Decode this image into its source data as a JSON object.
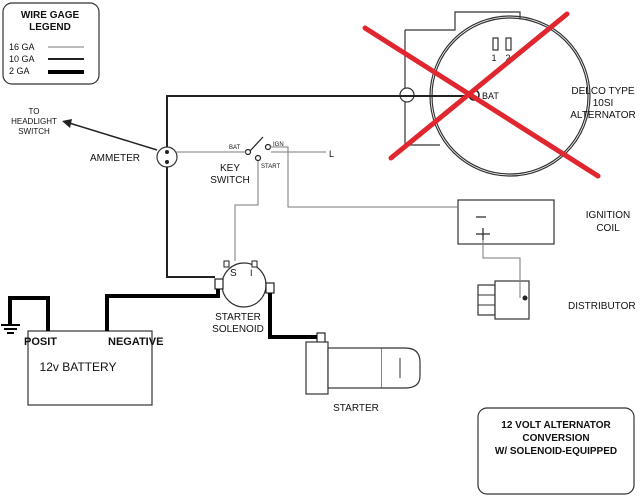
{
  "legend": {
    "title_line1": "WIRE GAGE",
    "title_line2": "LEGEND",
    "items": [
      {
        "label": "16 GA"
      },
      {
        "label": "10 GA"
      },
      {
        "label": "2 GA"
      }
    ]
  },
  "labels": {
    "to_headlight_1": "TO",
    "to_headlight_2": "HEADLIGHT",
    "to_headlight_3": "SWITCH",
    "ammeter": "AMMETER",
    "key_switch_1": "KEY",
    "key_switch_2": "SWITCH",
    "bat_small": "BAT",
    "ign_small": "IGN",
    "start_small": "START",
    "alternator_1": "DELCO TYPE",
    "alternator_2": "10SI",
    "alternator_3": "ALTERNATOR",
    "alt_term_1": "1",
    "alt_term_2": "2",
    "alt_bat": "BAT",
    "ignition_1": "IGNITION",
    "ignition_2": "COIL",
    "distributor": "DISTRIBUTOR",
    "solenoid_s": "S",
    "solenoid_i": "I",
    "solenoid_1": "STARTER",
    "solenoid_2": "SOLENOID",
    "posit": "POSIT",
    "negative": "NEGATIVE",
    "battery": "12v BATTERY",
    "starter": "STARTER",
    "small_l": "L"
  },
  "title_box": {
    "line1": "12 VOLT ALTERNATOR",
    "line2": "CONVERSION",
    "line3": "W/ SOLENOID-EQUIPPED"
  },
  "colors": {
    "cross_out": "#e0262e"
  }
}
